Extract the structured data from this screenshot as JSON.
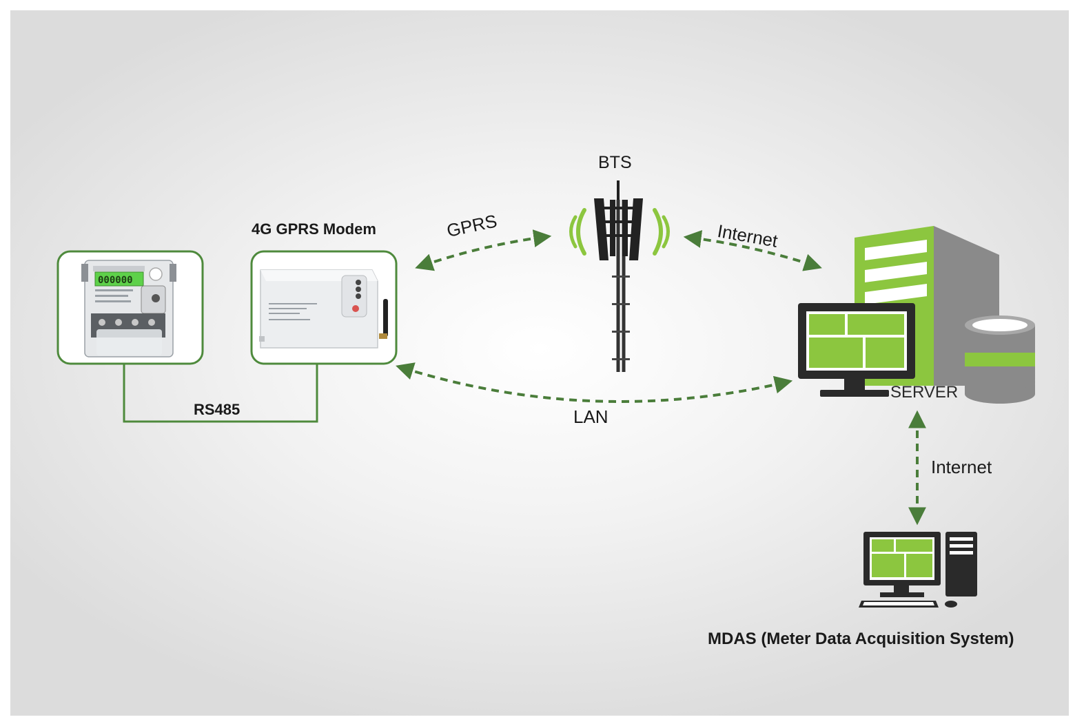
{
  "nodes": {
    "bts": "BTS",
    "modem": "4G GPRS Modem",
    "server": "SERVER",
    "mdas": "MDAS (Meter Data Acquisition System)"
  },
  "links": {
    "gprs": "GPRS",
    "internet_top": "Internet",
    "lan": "LAN",
    "rs485": "RS485",
    "internet_vertical": "Internet"
  },
  "colors": {
    "accent_green": "#8cc63f",
    "arrow_green": "#4a7d3a",
    "box_border": "#4e8a3c",
    "server_gray": "#8a8a8a"
  },
  "icons": [
    "energy-meter-icon",
    "modem-icon",
    "cell-tower-icon",
    "server-icon",
    "database-icon",
    "desktop-computer-icon"
  ]
}
